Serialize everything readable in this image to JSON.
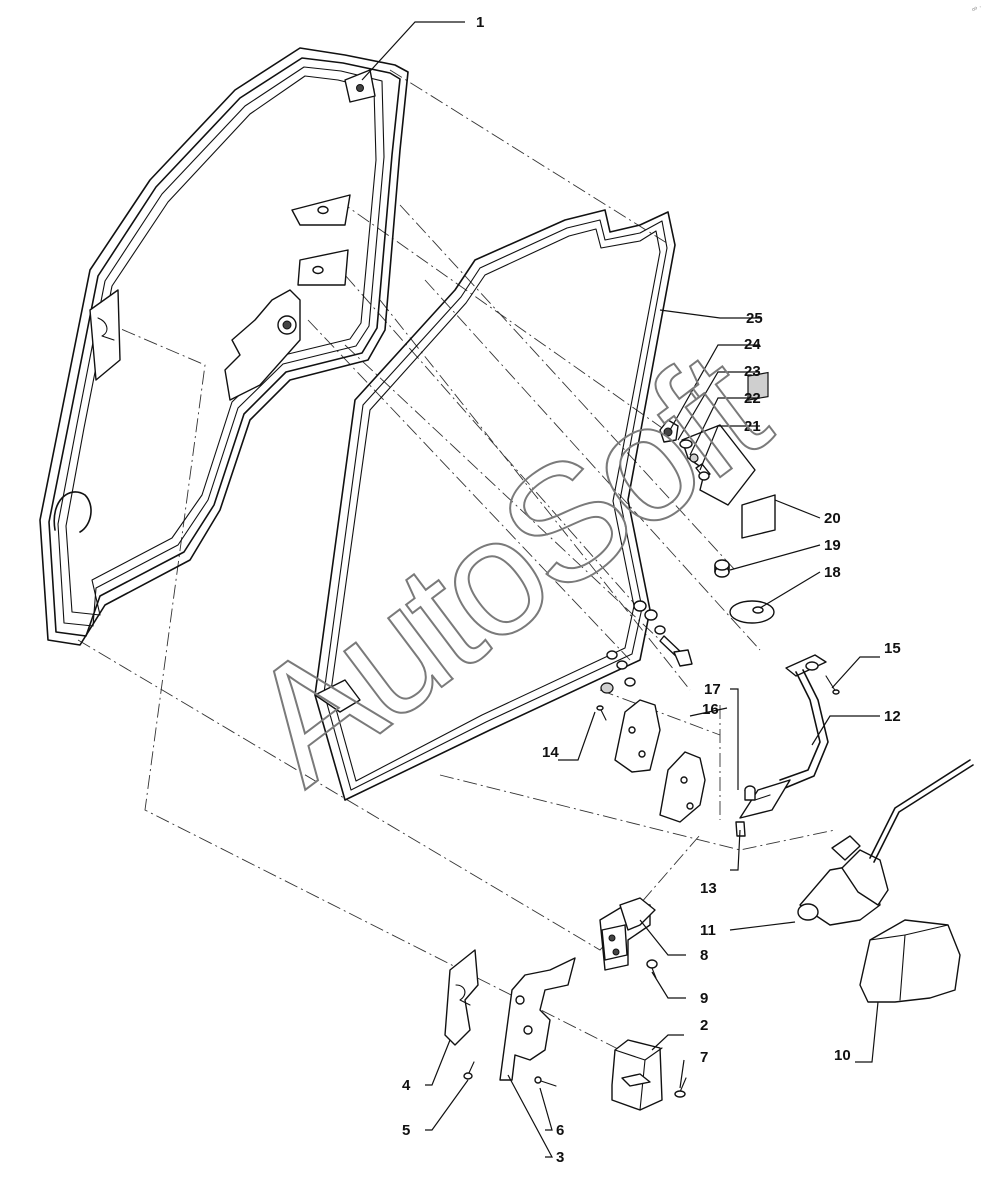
{
  "watermark": "AutoSoft",
  "corner_mark": "ᵒᵒ ·",
  "callouts": [
    "1",
    "2",
    "3",
    "4",
    "5",
    "6",
    "7",
    "8",
    "9",
    "10",
    "11",
    "12",
    "13",
    "14",
    "15",
    "16",
    "17",
    "18",
    "19",
    "20",
    "21",
    "22",
    "23",
    "24",
    "25"
  ]
}
